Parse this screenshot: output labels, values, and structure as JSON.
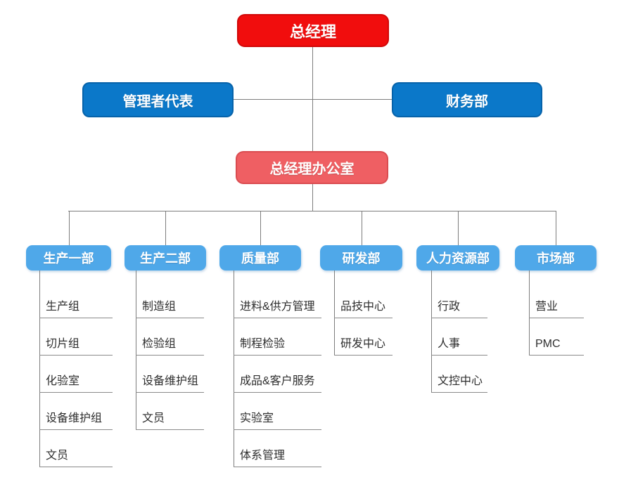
{
  "nodes": {
    "root": {
      "label": "总经理"
    },
    "level2": [
      {
        "label": "管理者代表"
      },
      {
        "label": "财务部"
      }
    ],
    "office": {
      "label": "总经理办公室"
    },
    "departments": [
      {
        "label": "生产一部",
        "children": [
          "生产组",
          "切片组",
          "化验室",
          "设备维护组",
          "文员"
        ]
      },
      {
        "label": "生产二部",
        "children": [
          "制造组",
          "检验组",
          "设备维护组",
          "文员"
        ]
      },
      {
        "label": "质量部",
        "children": [
          "进料&供方管理",
          "制程检验",
          "成品&客户服务",
          "实验室",
          "体系管理"
        ]
      },
      {
        "label": "研发部",
        "children": [
          "品技中心",
          "研发中心"
        ]
      },
      {
        "label": "人力资源部",
        "children": [
          "行政",
          "人事",
          "文控中心"
        ]
      },
      {
        "label": "市场部",
        "children": [
          "营业",
          "PMC"
        ]
      }
    ]
  },
  "colors": {
    "root_red": "#f10d0d",
    "level2_blue": "#0b78c9",
    "office_salmon": "#ef5f63",
    "department_blue": "#4fa8e9",
    "connector_gray": "#7d7d7d",
    "underline_gray": "#8a8a8a",
    "item_text": "#2e2e2e",
    "node_text": "#ffffff"
  }
}
